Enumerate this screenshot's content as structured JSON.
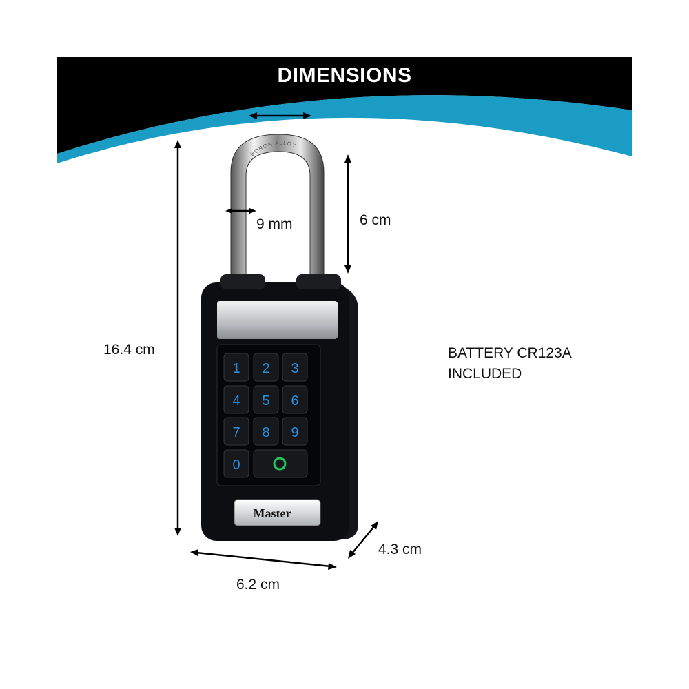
{
  "banner": {
    "title": "DIMENSIONS",
    "colors": {
      "top": "#000000",
      "accent": "#1a9cc4"
    }
  },
  "dimensions": {
    "height_total": "16.4 cm",
    "shackle_height": "6 cm",
    "shackle_diameter": "9 mm",
    "width": "6.2 cm",
    "depth": "4.3 cm"
  },
  "note": {
    "line1": "BATTERY CR123A",
    "line2": "INCLUDED"
  },
  "product": {
    "shackle_engraving": "BORON ALLOY",
    "brand_plate": "Master",
    "keypad_keys": [
      "1",
      "2",
      "3",
      "4",
      "5",
      "6",
      "7",
      "8",
      "9",
      "0"
    ],
    "key_digit_color": "#2a8fe0",
    "status_ring_color": "#22c55e"
  }
}
